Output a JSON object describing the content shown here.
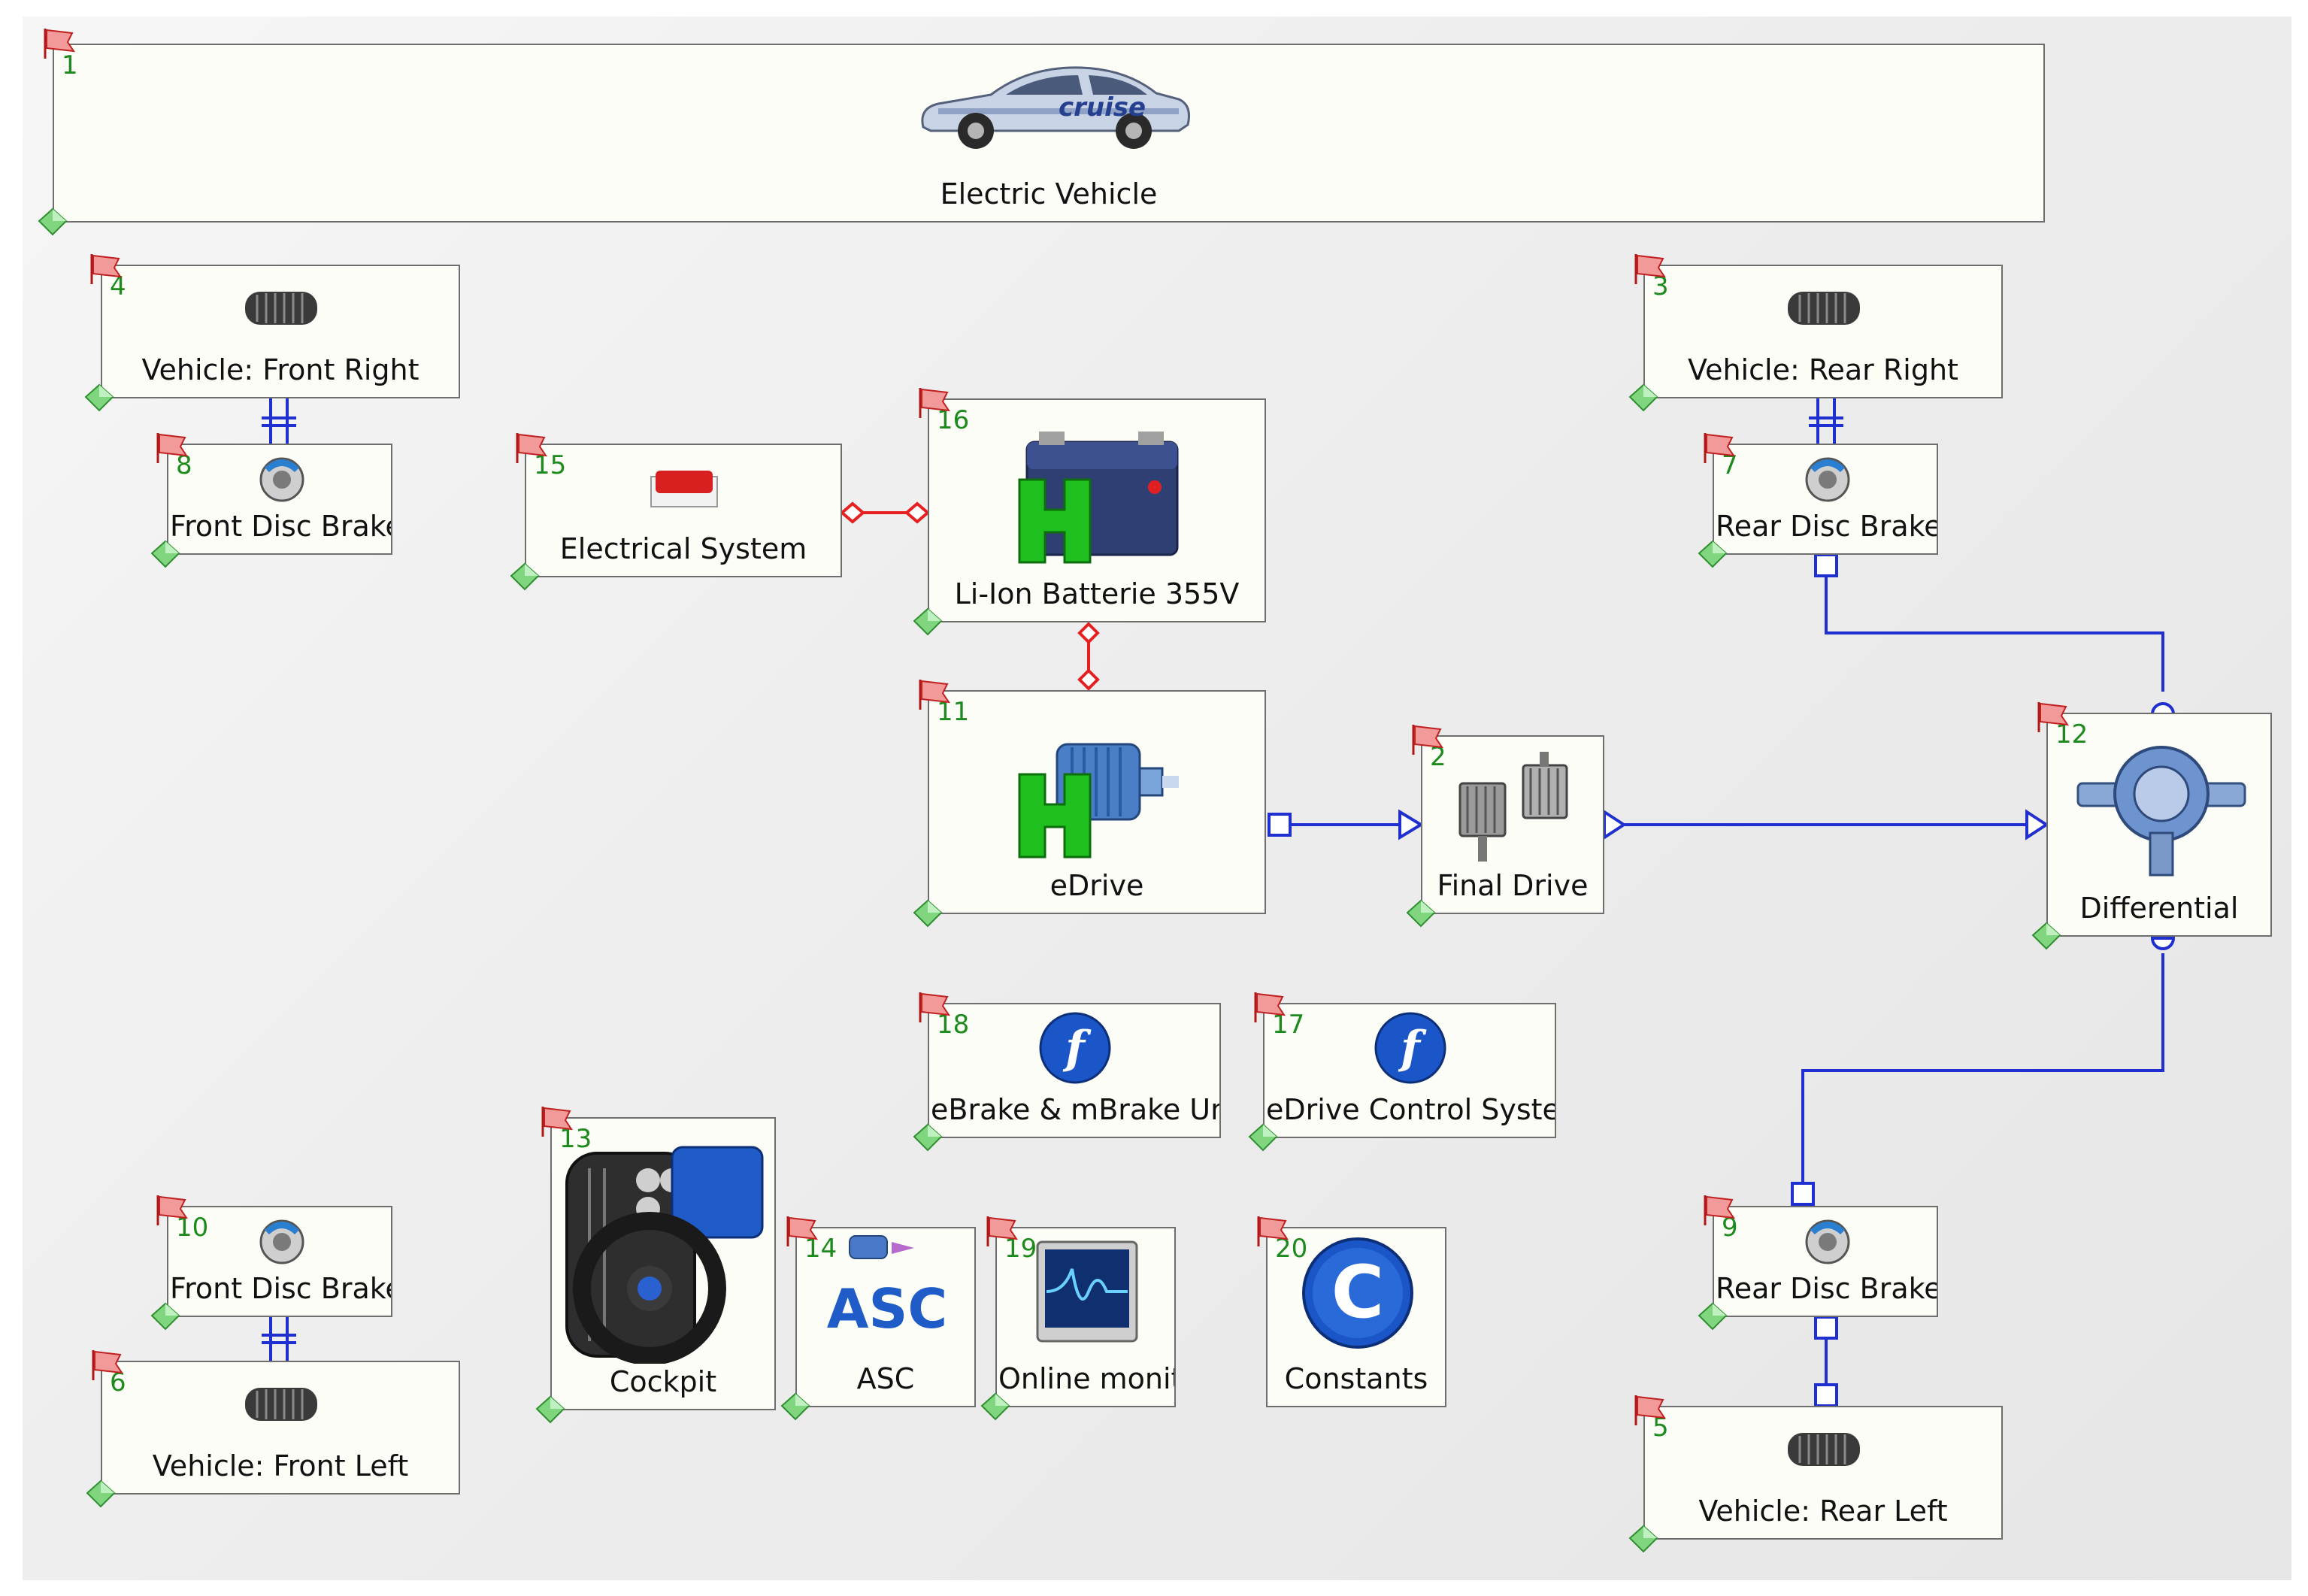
{
  "colors": {
    "mechanical_connection": "#1f2fd0",
    "electrical_connection": "#e62020",
    "block_number": "#1c8a1c",
    "block_border": "#6e6e6e"
  },
  "blocks": {
    "b1": {
      "number": "1",
      "label": "Electric Vehicle",
      "icon": "car-icon",
      "icon_text": "cruise"
    },
    "b4": {
      "number": "4",
      "label": "Vehicle: Front Right",
      "icon": "tire-icon"
    },
    "b8": {
      "number": "8",
      "label": "Front Disc Brake",
      "icon": "disc-brake-icon"
    },
    "b15": {
      "number": "15",
      "label": "Electrical System",
      "icon": "electrical-consumer-icon"
    },
    "b16": {
      "number": "16",
      "label": "Li-Ion Batterie 355V",
      "icon": "battery-icon"
    },
    "b3": {
      "number": "3",
      "label": "Vehicle: Rear Right",
      "icon": "tire-icon"
    },
    "b7": {
      "number": "7",
      "label": "Rear Disc Brake",
      "icon": "disc-brake-icon"
    },
    "b11": {
      "number": "11",
      "label": "eDrive",
      "icon": "electric-motor-icon"
    },
    "b2": {
      "number": "2",
      "label": "Final Drive",
      "icon": "gear-icon"
    },
    "b12": {
      "number": "12",
      "label": "Differential",
      "icon": "differential-icon"
    },
    "b18": {
      "number": "18",
      "label": "eBrake & mBrake Unit",
      "icon": "function-icon",
      "icon_text": "f"
    },
    "b17": {
      "number": "17",
      "label": "eDrive Control Systen",
      "icon": "function-icon",
      "icon_text": "f"
    },
    "b13": {
      "number": "13",
      "label": "Cockpit",
      "icon": "steering-wheel-icon"
    },
    "b14": {
      "number": "14",
      "label": "ASC",
      "icon": "asc-icon",
      "icon_text": "ASC"
    },
    "b19": {
      "number": "19",
      "label": "Online monito",
      "icon": "monitor-icon"
    },
    "b20": {
      "number": "20",
      "label": "Constants",
      "icon": "constants-icon",
      "icon_text": "C"
    },
    "b10": {
      "number": "10",
      "label": "Front Disc Brake",
      "icon": "disc-brake-icon"
    },
    "b6": {
      "number": "6",
      "label": "Vehicle: Front Left",
      "icon": "tire-icon"
    },
    "b9": {
      "number": "9",
      "label": "Rear Disc Brake",
      "icon": "disc-brake-icon"
    },
    "b5": {
      "number": "5",
      "label": "Vehicle: Rear Left",
      "icon": "tire-icon"
    }
  }
}
